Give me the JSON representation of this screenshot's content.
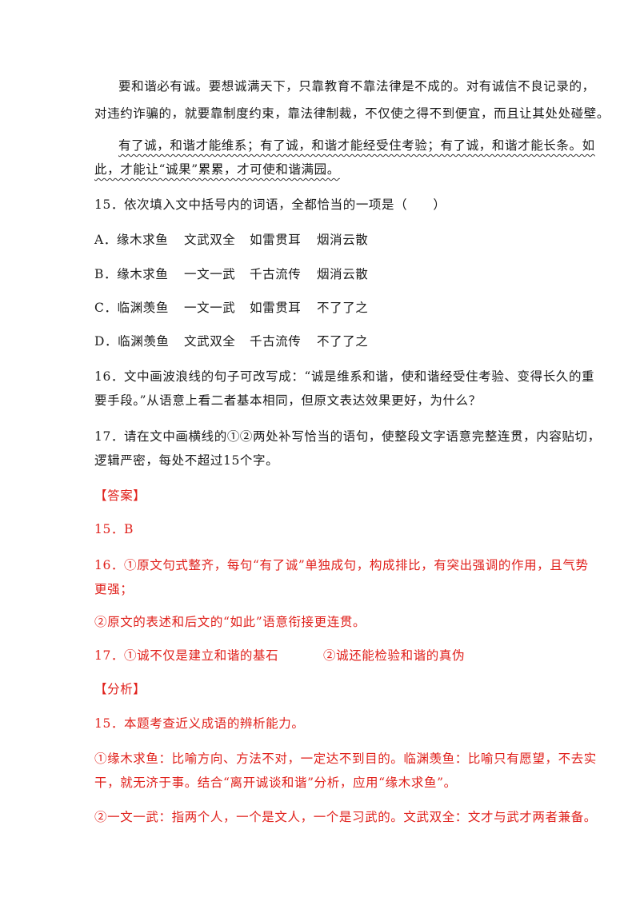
{
  "passage": {
    "p1_line1": "要和谐必有诚。要想诚满天下，只靠教育不靠法律是不成的。对有诚信不良记录的，",
    "p1_line2": "对违约诈骗的，就要靠制度约束，靠法律制裁，不仅使之得不到便宜，而且让其处处碰壁。",
    "p2_line1": "有了诚，和谐才能维系；有了诚，和谐才能经受住考验；有了诚，和谐才能长条。如",
    "p2_line2": "此，才能让“诚果”累累，才可使和谐满园。"
  },
  "questions": {
    "q15_stem": "15．依次填入文中括号内的词语，全都恰当的一项是（　　）",
    "q15_options": [
      {
        "label": "A．缘木求鱼",
        "w2": "文武双全",
        "w3": "如雷贯耳",
        "w4": "烟消云散"
      },
      {
        "label": "B．缘木求鱼",
        "w2": "一文一武",
        "w3": "千古流传",
        "w4": "烟消云散"
      },
      {
        "label": "C．临渊羡鱼",
        "w2": "一文一武",
        "w3": "如雷贯耳",
        "w4": "不了了之"
      },
      {
        "label": "D．临渊羡鱼",
        "w2": "文武双全",
        "w3": "千古流传",
        "w4": "不了了之"
      }
    ],
    "q16_line1": "16．文中画波浪线的句子可改写成：“诚是维系和谐，使和谐经受住考验、变得长久的重",
    "q16_line2": "要手段。”从语意上看二者基本相同，但原文表达效果更好，为什么？",
    "q17_line1": "17．请在文中画横线的①②两处补写恰当的语句，使整段文字语意完整连贯，内容贴切，",
    "q17_line2": "逻辑严密，每处不超过15个字。"
  },
  "answer": {
    "heading": "【答案】",
    "a15": "15．B",
    "a16_line1": "16．①原文句式整齐，每句“有了诚”单独成句，构成排比，有突出强调的作用，且气势",
    "a16_line2": "更强；",
    "a16_line3": "②原文的表述和后文的“如此”语意衔接更连贯。",
    "a17_part1": "17．①诚不仅是建立和谐的基石",
    "a17_part2": "②诚还能检验和谐的真伪"
  },
  "analysis": {
    "heading": "【分析】",
    "line1": "15．本题考查近义成语的辨析能力。",
    "line2": "①缘木求鱼：比喻方向、方法不对，一定达不到目的。临渊羡鱼：比喻只有愿望，不去实",
    "line3": "干，就无济于事。结合“离开诚谈和谐”分析，应用“缘木求鱼”。",
    "line4": "②一文一武：指两个人，一个是文人，一个是习武的。文武双全：文才与武才两者兼备。"
  },
  "colors": {
    "answer_red": "#e0201b",
    "body_text": "#1a1a1a"
  }
}
